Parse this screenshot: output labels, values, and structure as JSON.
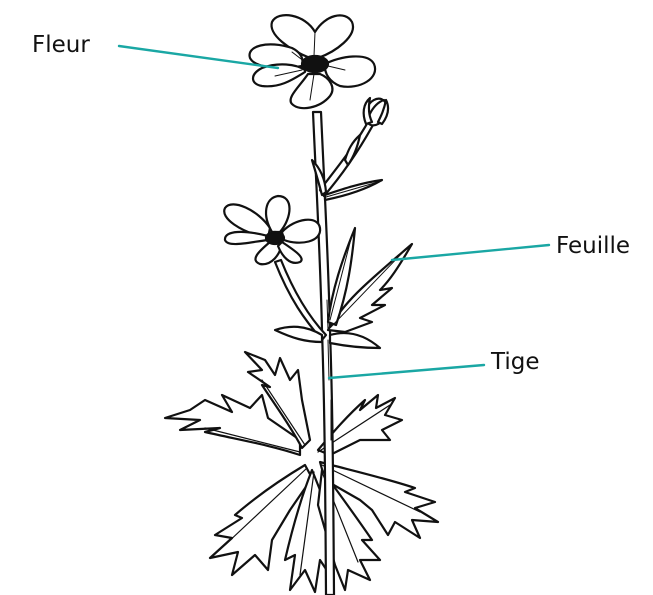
{
  "labels": {
    "flower": "Fleur",
    "leaf": "Feuille",
    "stem": "Tige"
  },
  "colors": {
    "leader_line": "#1aa7a4",
    "ink": "#111111",
    "background": "#ffffff"
  }
}
